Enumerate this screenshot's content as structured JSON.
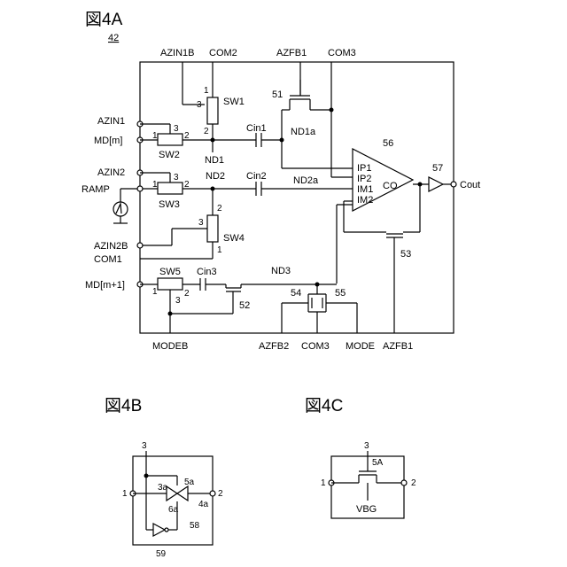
{
  "figures": {
    "fig_a": {
      "title": "図4A",
      "ref": "42",
      "top_labels": [
        "AZIN1B",
        "COM2",
        "AZFB1",
        "COM3"
      ],
      "left_labels": [
        "AZIN1",
        "MD[m]",
        "AZIN2",
        "RAMP",
        "AZIN2B",
        "COM1",
        "MD[m+1]"
      ],
      "bottom_labels": [
        "MODEB",
        "AZFB2",
        "COM3",
        "MODE",
        "AZFB1"
      ],
      "switches": [
        "SW1",
        "SW2",
        "SW3",
        "SW4",
        "SW5"
      ],
      "caps": [
        "Cin1",
        "Cin2",
        "Cin3"
      ],
      "nodes": [
        "ND1",
        "ND1a",
        "ND2",
        "ND2a",
        "ND3"
      ],
      "comparator": {
        "ref": "56",
        "inputs": [
          "IP1",
          "IP2",
          "IM1",
          "IM2"
        ],
        "output": "CO"
      },
      "buffer_ref": "57",
      "output_label": "Cout",
      "transistors": [
        "51",
        "52",
        "53",
        "54",
        "55"
      ],
      "pins": [
        "1",
        "2",
        "3"
      ]
    },
    "fig_b": {
      "title": "図4B",
      "pins": [
        "1",
        "2",
        "3"
      ],
      "nodes": [
        "3a",
        "4a",
        "5a",
        "6a"
      ],
      "refs": [
        "58",
        "59"
      ]
    },
    "fig_c": {
      "title": "図4C",
      "pins": [
        "1",
        "2",
        "3"
      ],
      "node": "5A",
      "label": "VBG"
    }
  }
}
